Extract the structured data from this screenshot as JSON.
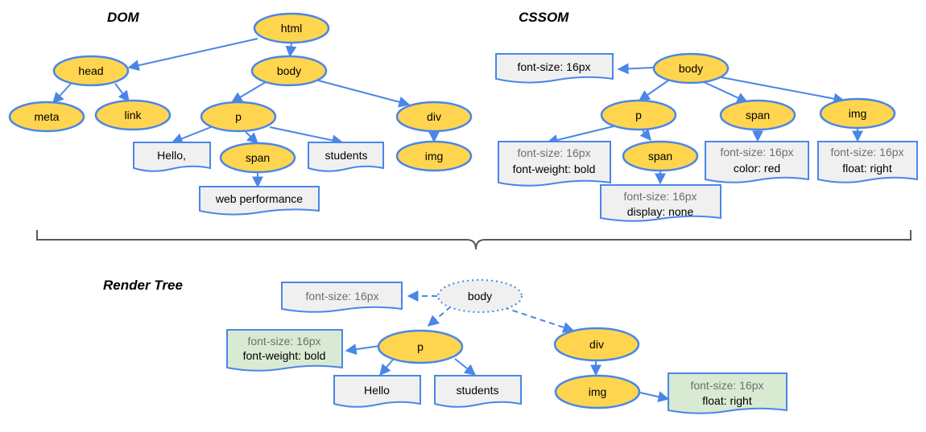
{
  "titles": {
    "dom": "DOM",
    "cssom": "CSSOM",
    "render": "Render Tree"
  },
  "dom": {
    "html": "html",
    "head": "head",
    "body": "body",
    "meta": "meta",
    "link": "link",
    "p": "p",
    "div": "div",
    "hello": "Hello,",
    "span": "span",
    "students": "students",
    "img": "img",
    "web_performance": "web performance"
  },
  "cssom": {
    "body": "body",
    "body_style": "font-size: 16px",
    "p": "p",
    "span": "span",
    "img": "img",
    "p_style_1": "font-size: 16px",
    "p_style_2": "font-weight: bold",
    "span_child": "span",
    "span_child_style_1": "font-size: 16px",
    "span_child_style_2": "display: none",
    "span_style_1": "font-size: 16px",
    "span_style_2": "color: red",
    "img_style_1": "font-size: 16px",
    "img_style_2": "float: right"
  },
  "render": {
    "body": "body",
    "body_style": "font-size: 16px",
    "p": "p",
    "p_style_1": "font-size: 16px",
    "p_style_2": "font-weight: bold",
    "hello": "Hello",
    "students": "students",
    "div": "div",
    "img": "img",
    "img_style_1": "font-size: 16px",
    "img_style_2": "float: right"
  },
  "colors": {
    "node_fill": "#ffd54f",
    "node_stroke": "#4a86e8",
    "box_fill": "#f0f0f0",
    "green_fill": "#d9ead3",
    "arrow": "#4a86e8",
    "brace": "#595959",
    "muted_text": "#6e6e6e"
  }
}
